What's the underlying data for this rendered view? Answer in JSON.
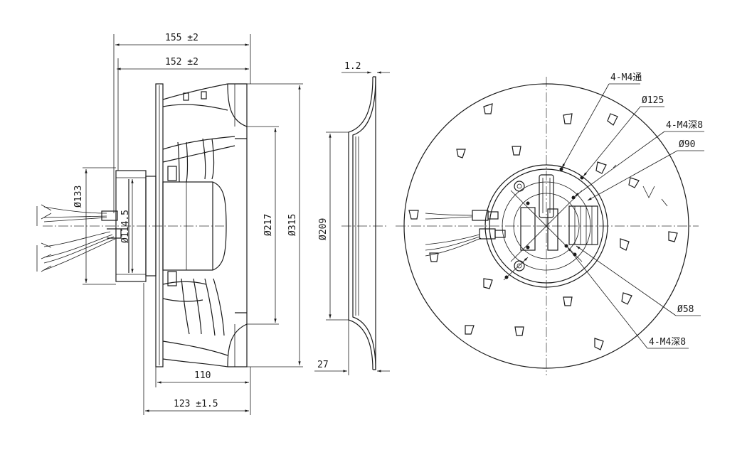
{
  "side_view": {
    "width_overall": "155 ±2",
    "width_inner": "152 ±2",
    "dia_motor": "Ø133",
    "dia_hub": "Ø114.5",
    "dia_inlet": "Ø217",
    "dia_outer": "Ø315",
    "depth_front": "110",
    "depth_total": "123 ±1.5"
  },
  "inlet_ring": {
    "thickness": "1.2",
    "dia_throat": "Ø209",
    "depth": "27"
  },
  "front_view": {
    "callout_m4_through": "4-M4通",
    "callout_d125": "Ø125",
    "callout_m4_deep_top": "4-M4深8",
    "callout_d90": "Ø90",
    "callout_d58": "Ø58",
    "callout_m4_deep_bottom": "4-M4深8"
  }
}
